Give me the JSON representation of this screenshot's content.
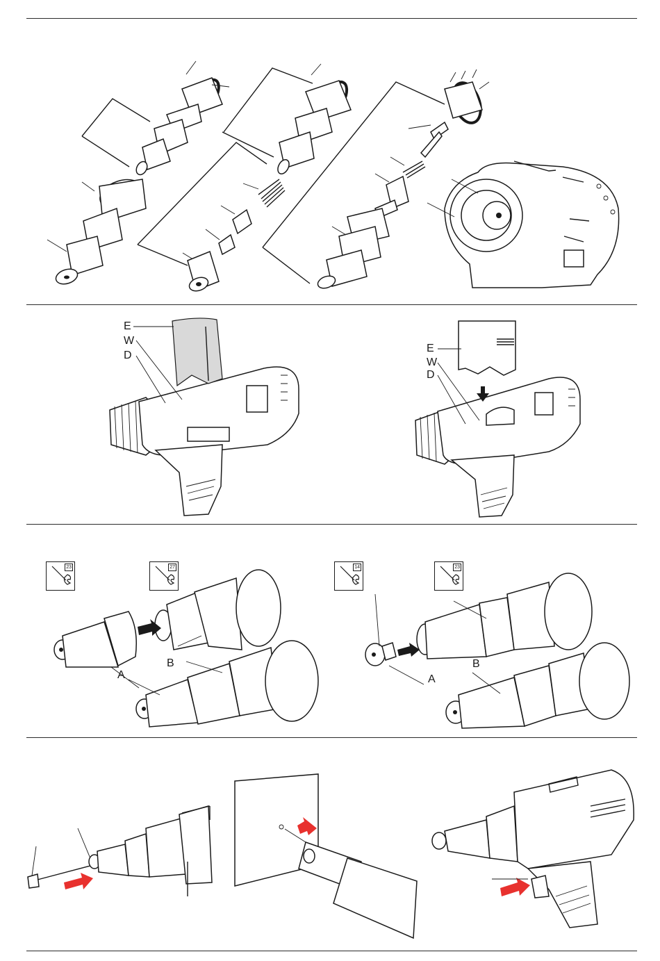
{
  "labels": {
    "e": "E",
    "w": "W",
    "d": "D",
    "a": "A",
    "b": "B"
  },
  "wrench_sizes": {
    "left_nose": "23",
    "left_body": "27",
    "right_nose": "14",
    "right_body": "23"
  },
  "colors": {
    "line": "#1a1a1a",
    "arrow": "#e8312e",
    "cover_fill": "#d9d9d9"
  }
}
